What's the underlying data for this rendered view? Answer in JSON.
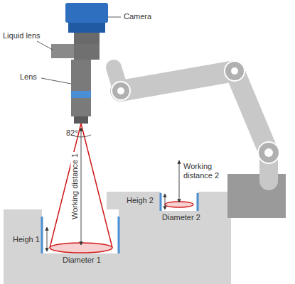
{
  "diagram": {
    "labels": [
      "Camera",
      "Liquid lens",
      "Lens",
      "82°",
      "Working distance 1",
      "Heigh 1",
      "Diameter 1",
      "Working distance 2",
      "Heigh 2",
      "Diameter 2"
    ]
  }
}
